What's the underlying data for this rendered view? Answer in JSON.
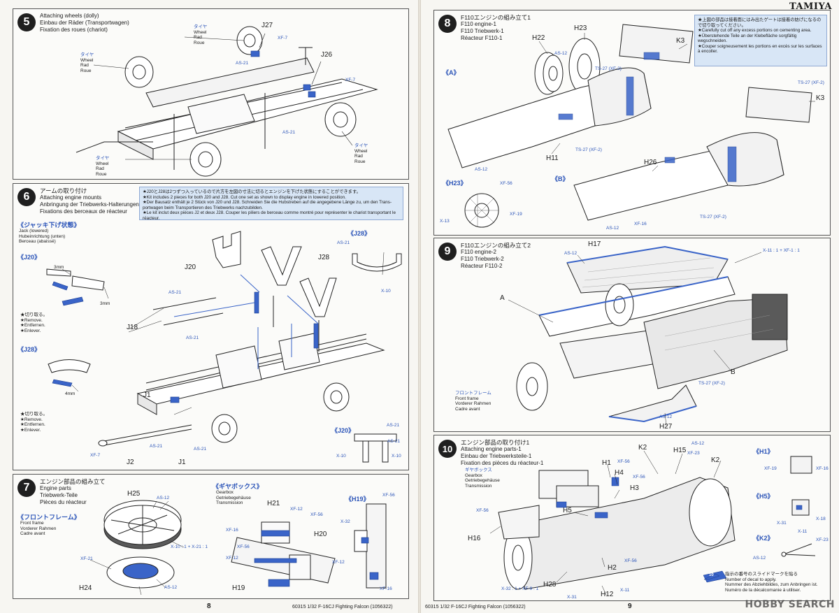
{
  "brand": "TAMIYA",
  "left_page": {
    "page_number": "8",
    "steps": {
      "s5": {
        "number": "5",
        "title_en": "Attaching wheels (dolly)",
        "title_de": "Einbau der Räder (Transportwagen)",
        "title_fr": "Fixation des roues (chariot)",
        "tire_labels": [
          [
            "タイヤ",
            "Wheel",
            "Rad",
            "Roue"
          ],
          [
            "タイヤ",
            "Wheel",
            "Rad",
            "Roue"
          ],
          [
            "タイヤ",
            "Wheel",
            "Rad",
            "Roue"
          ],
          [
            "タイヤ",
            "Wheel",
            "Rad",
            "Roue"
          ]
        ],
        "parts": [
          "J27",
          "J26"
        ],
        "paints": [
          "XF-7",
          "AS-21",
          "XF-7",
          "AS-21"
        ]
      },
      "s6": {
        "number": "6",
        "title_jp": "アームの取り付け",
        "title_en": "Attaching engine mounts",
        "title_de": "Anbringung der Triebwerks-Halterungen",
        "title_fr": "Fixations des berceaux de réacteur",
        "note": [
          "★J20とJ28は2つずつ入っているので片方を左図の寸法に切るとエンジンを下げた状態にすることができます。",
          "★Kit includes 2 pieces for both J20 and J28. Cut one set as shown to display engine in lowered position.",
          "★Der Bausatz enthält je 2 Stück von J20 und J28. Schneiden Sie die Hubstreben auf die angegebene Länge zu, um den Trans-portwagen beim Transportieren des Triebwerks nachzubilden.",
          "★Le kit inclut deux pièces J2 et deux J28. Couper les piliers de berceau comme montré pour représenter le chariot transportant le réacteur."
        ],
        "jack_title": "《ジャッキ下げ状態》",
        "jack_lines": [
          "Jack (lowered)",
          "Hubeinrichtung (unten)",
          "Berceau (abaissé)"
        ],
        "j20_label": "《J20》",
        "j28_label": "《J28》",
        "j28_right_label": "《J28》",
        "j20_right_label": "《J20》",
        "remove_lines": [
          "★切り取る。",
          "★Remove.",
          "★Entfernen.",
          "★Enlever."
        ],
        "remove_lines_2": [
          "★切り取る。",
          "★Remove.",
          "★Entfernen.",
          "★Enlever."
        ],
        "dims": [
          "3mm",
          "3mm",
          "4mm"
        ],
        "parts": [
          "J20",
          "J28",
          "J18",
          "J1",
          "J2",
          "J1"
        ],
        "paints": [
          "AS-21",
          "AS-21",
          "AS-21",
          "AS-21",
          "XF-7",
          "AS-21",
          "AS-21",
          "X-10",
          "AS-21",
          "X-10",
          "X-10"
        ]
      },
      "s7": {
        "number": "7",
        "title_jp": "エンジン部品の組み立て",
        "title_en": "Engine parts",
        "title_de": "Triebwerk-Teile",
        "title_fr": "Pièces du réacteur",
        "front_frame_jp": "《フロントフレーム》",
        "front_frame_lines": [
          "Front frame",
          "Vorderer Rahmen",
          "Cadre avant"
        ],
        "gearbox_jp": "《ギヤボックス》",
        "gearbox_lines": [
          "Gearbox",
          "Getriebegehäuse",
          "Transmission"
        ],
        "h19_label": "《H19》",
        "parts": [
          "H25",
          "H24",
          "H21",
          "H20",
          "H19"
        ],
        "paints": [
          "AS-12",
          "X-10 : 1 + X-21 : 1",
          "XF-21",
          "AS-12",
          "XF-12",
          "XF-56",
          "XF-16",
          "XF-56",
          "XF-12",
          "XF-56",
          "X-32",
          "XF-12",
          "XF-16"
        ]
      }
    },
    "footer": "60315  1/32 F-16CJ Fighting Falcon (1056322)"
  },
  "right_page": {
    "page_number": "9",
    "steps": {
      "s8": {
        "number": "8",
        "title_jp": "F110エンジンの組み立て1",
        "title_en": "F110 engine-1",
        "title_de": "F110 Triebwerk-1",
        "title_fr": "Réacteur F110-1",
        "note": [
          "★上図の部品は接着面にはみ出たゲートは接着の妨げになるので切り取ってください。",
          "★Carefully cut off any excess portions on cementing area.",
          "★Überstehende Teile an der Klebefläche sorgfältig wegschneiden.",
          "★Couper soigneusement les portions en excès sur les surfaces à encoller."
        ],
        "section_a": "《A》",
        "section_b": "《B》",
        "section_h23": "《H23》",
        "parts": [
          "H22",
          "H23",
          "K3",
          "K3",
          "H11",
          "H26"
        ],
        "paints": [
          "AS-12",
          "TS-27 (XF-2)",
          "TS-27 (XF-2)",
          "TS-27 (XF-2)",
          "AS-12",
          "XF-56",
          "XF-19",
          "X-13",
          "AS-12",
          "XF-16",
          "TS-27 (XF-2)"
        ]
      },
      "s9": {
        "number": "9",
        "title_jp": "F110エンジンの組み立て2",
        "title_en": "F110 engine-2",
        "title_de": "F110 Triebwerk-2",
        "title_fr": "Réacteur F110-2",
        "front_frame_jp": "フロントフレーム",
        "front_frame_lines": [
          "Front frame",
          "Vorderer Rahmen",
          "Cadre avant"
        ],
        "parts": [
          "H17",
          "A",
          "B",
          "H27"
        ],
        "paints": [
          "AS-12",
          "X-11 : 1 + XF-1 : 1",
          "TS-27 (XF-2)",
          "AS-12"
        ]
      },
      "s10": {
        "number": "10",
        "title_jp": "エンジン部品の取り付け1",
        "title_en": "Attaching engine parts-1",
        "title_de": "Einbau der Triebwerksteile-1",
        "title_fr": "Fixation des pièces du réacteur-1",
        "gearbox_jp": "ギヤボックス",
        "gearbox_lines": [
          "Gearbox",
          "Getriebegehäuse",
          "Transmission"
        ],
        "side_labels": [
          "《H1》",
          "《H5》",
          "《K2》"
        ],
        "parts": [
          "K2",
          "H15",
          "K2",
          "H1",
          "H4",
          "H3",
          "H5",
          "H16",
          "H2",
          "H28",
          "H12"
        ],
        "paints": [
          "AS-12",
          "XF-23",
          "XF-56",
          "XF-56",
          "XF-56",
          "XF-56",
          "X-32 : 1 + XF-9 : 1",
          "X-31",
          "X-11",
          "XF-19",
          "XF-16",
          "X-31",
          "X-18",
          "X-11",
          "XF-23",
          "AS-12"
        ],
        "decal_note": [
          "指示の番号のスライドマークを貼る",
          "Number of decal to apply.",
          "Nummer des Abziehbildes, zum Anbringen ist.",
          "Numéro de la décalcomanie à utiliser."
        ],
        "decal_no": "10"
      }
    },
    "footer": "60315  1/32 F-16CJ Fighting Falcon (1056322)",
    "watermark": "HOBBY SEARCH"
  },
  "colors": {
    "accent": "#2b54b8",
    "part_blue": "#3a64c8",
    "frame": "#555555",
    "note_bg": "#d8e6f6"
  }
}
